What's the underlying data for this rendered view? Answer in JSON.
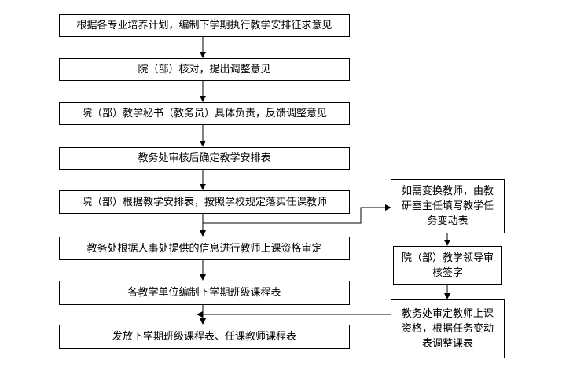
{
  "main_steps": [
    "根据各专业培养计划，编制下学期执行教学安排征求意见",
    "院（部）核对，提出调整意见",
    "院（部）教学秘书（教务员）具体负责，反馈调整意见",
    "教务处审核后确定教学安排表",
    "院（部）根据教学安排表，按照学校规定落实任课教师",
    "教务处根据人事处提供的信息进行教师上课资格审定",
    "各教学单位编制下学期班级课程表",
    "发放下学期班级课程表、任课教师课程表"
  ],
  "side_steps": [
    "如需变换教师，由教研室主任填写教学任务变动表",
    "院（部）教学领导审核签字",
    "教务处审定教师上课资格，根据任务变动表调整课表"
  ]
}
